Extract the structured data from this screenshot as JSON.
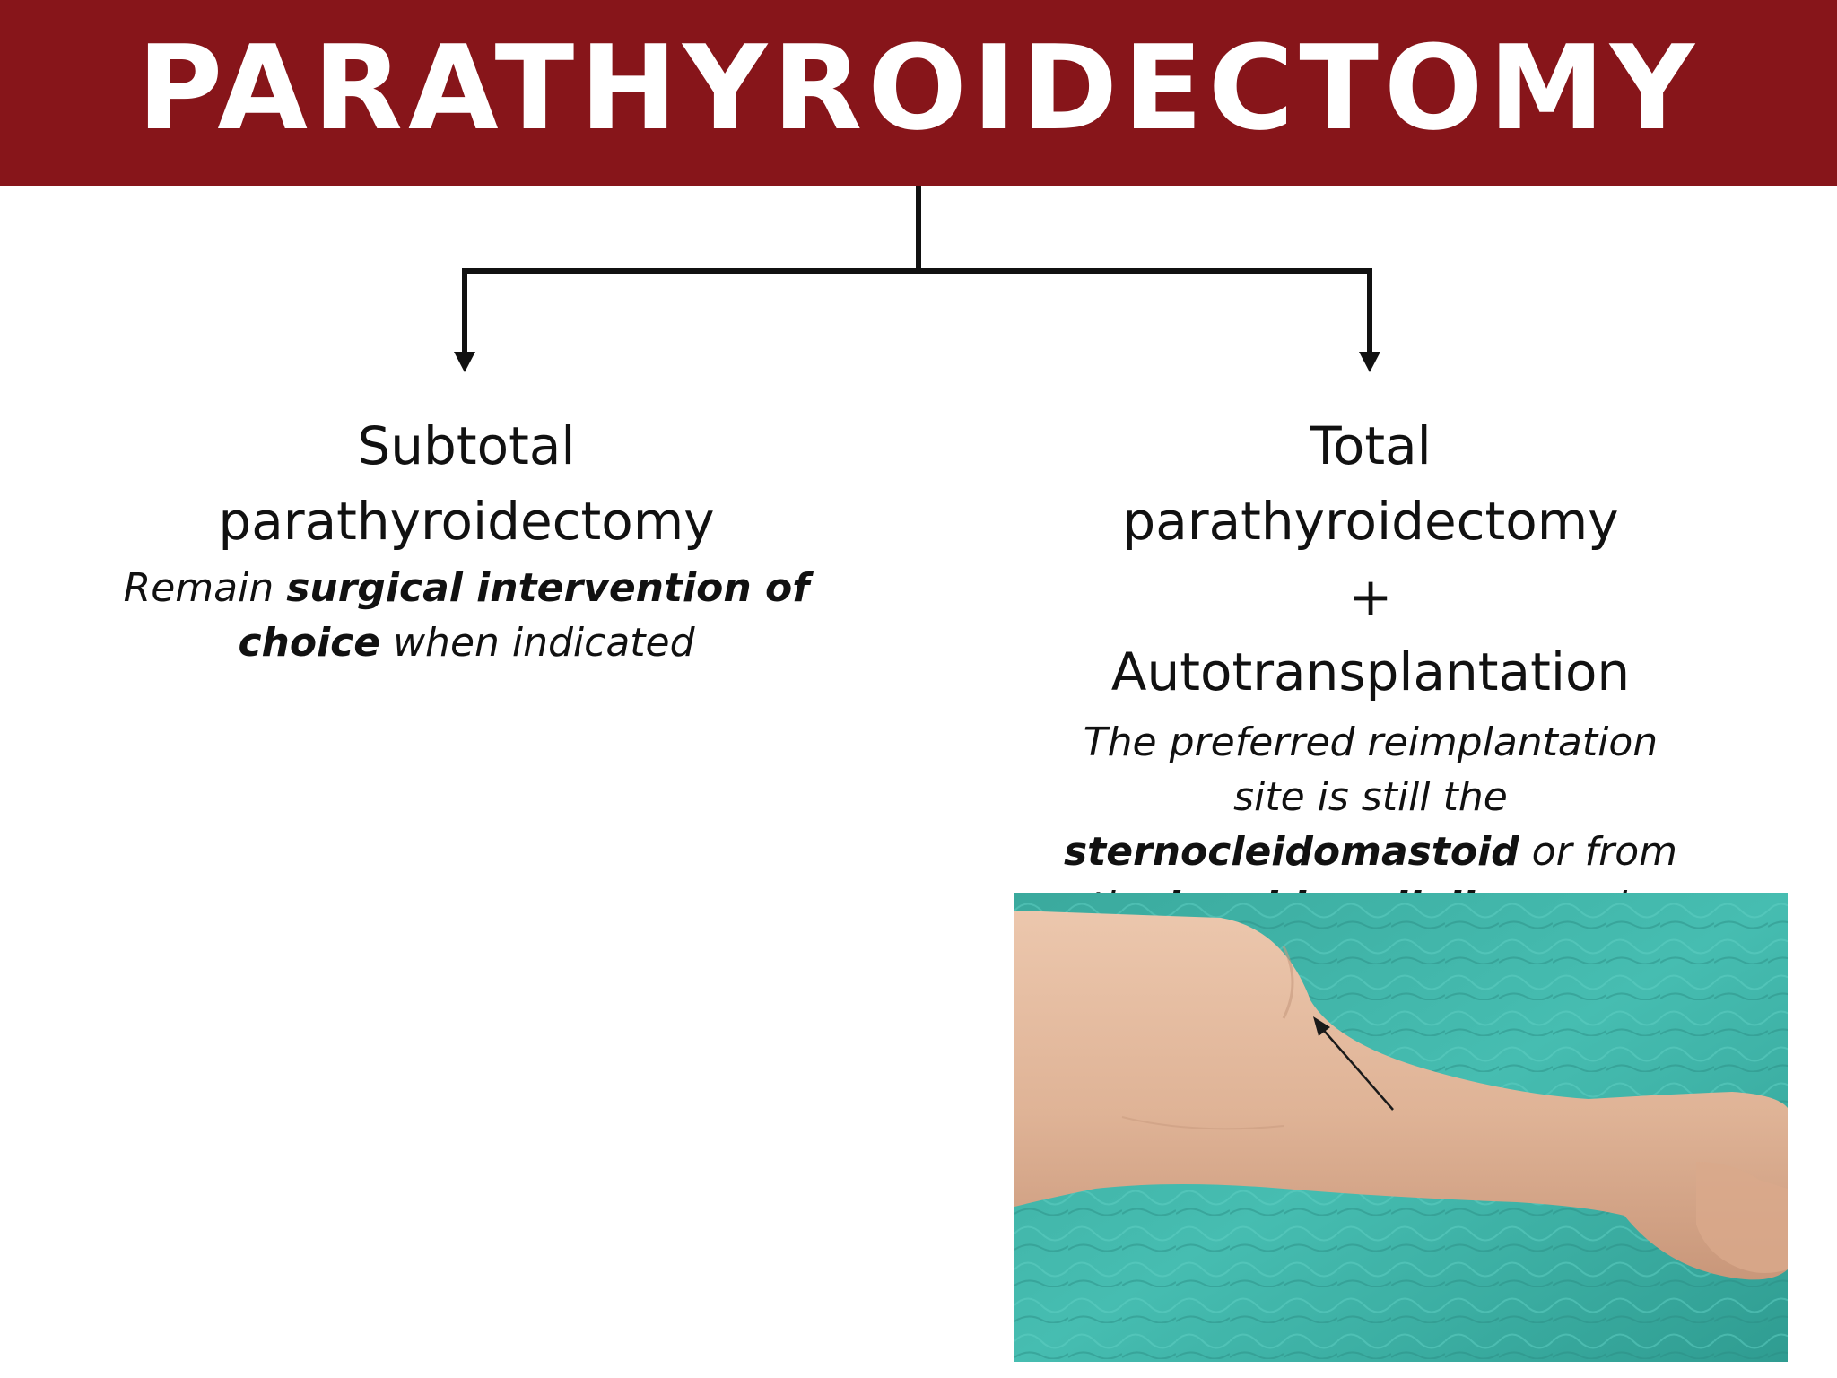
{
  "title": "PARATHYROIDECTOMY",
  "colors": {
    "title_bar": "#87151a",
    "title_text": "#ffffff",
    "body_text": "#111111",
    "connector": "#111111",
    "drape": "#3fb3a8",
    "skin": "#e2b79a"
  },
  "left_branch": {
    "title_line1": "Subtotal",
    "title_line2": "parathyroidectomy",
    "note": {
      "part1": "Remain ",
      "bold1": "surgical intervention of choice",
      "part2": " when indicated"
    }
  },
  "right_branch": {
    "title_line1": "Total",
    "title_line2": "parathyroidectomy",
    "plus": "+",
    "title_line3": "Autotransplantation",
    "note": {
      "part1": "The preferred reimplantation site is still the ",
      "bold1": "sternocleidomastoid",
      "part2": " or from the ",
      "bold2": "brachioradialis",
      "part3": " muscle"
    }
  },
  "photo": {
    "subject": "forearm on surgical drape with arrow marking brachioradialis reimplantation site",
    "icon": "arrow-marker-icon"
  }
}
